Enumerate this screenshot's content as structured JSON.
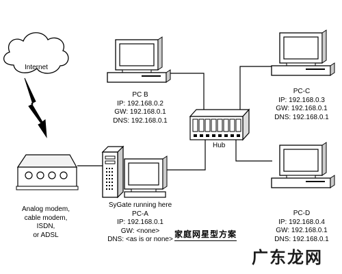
{
  "internet": {
    "label": "Internet"
  },
  "modem": {
    "lines": [
      "Analog modem,",
      "cable modem,",
      "ISDN,",
      "or ADSL"
    ]
  },
  "hub": {
    "label": "Hub"
  },
  "pc_b": {
    "lines": [
      "PC B",
      "IP: 192.168.0.2",
      "GW: 192.168.0.1",
      "DNS: 192.168.0.1"
    ]
  },
  "pc_c": {
    "lines": [
      "PC-C",
      "IP: 192.168.0.3",
      "GW: 192.168.0.1",
      "DNS: 192.168.0.1"
    ]
  },
  "pc_d": {
    "lines": [
      "PC-D",
      "IP: 192.168.0.4",
      "GW: 192.168.0.1",
      "DNS: 192.168.0.1"
    ]
  },
  "pc_a": {
    "lines": [
      "SyGate running here",
      "PC-A",
      "IP: 192.168.0.1",
      "GW: <none>",
      "DNS: <as is or none>"
    ]
  },
  "caption": "家庭网星型方案",
  "watermark": "广东龙网"
}
